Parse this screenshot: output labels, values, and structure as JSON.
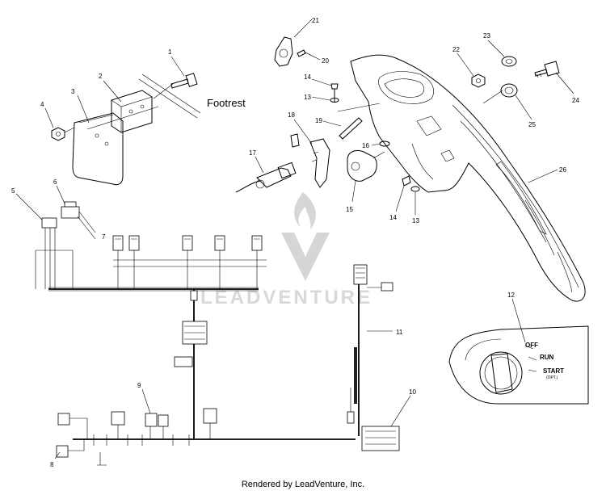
{
  "callouts": [
    "1",
    "2",
    "3",
    "4",
    "5",
    "6",
    "7",
    "8",
    "9",
    "10",
    "11",
    "12",
    "13",
    "13",
    "14",
    "14",
    "15",
    "16",
    "17",
    "18",
    "19",
    "20",
    "21",
    "22",
    "23",
    "24",
    "25",
    "26"
  ],
  "labels": {
    "footrest": "Footrest",
    "switch_off": "OFF",
    "switch_run": "RUN",
    "switch_start": "START",
    "switch_opt": "(OPT.)"
  },
  "watermark": "LEADVENTURE",
  "credit": "Rendered by LeadVenture, Inc."
}
